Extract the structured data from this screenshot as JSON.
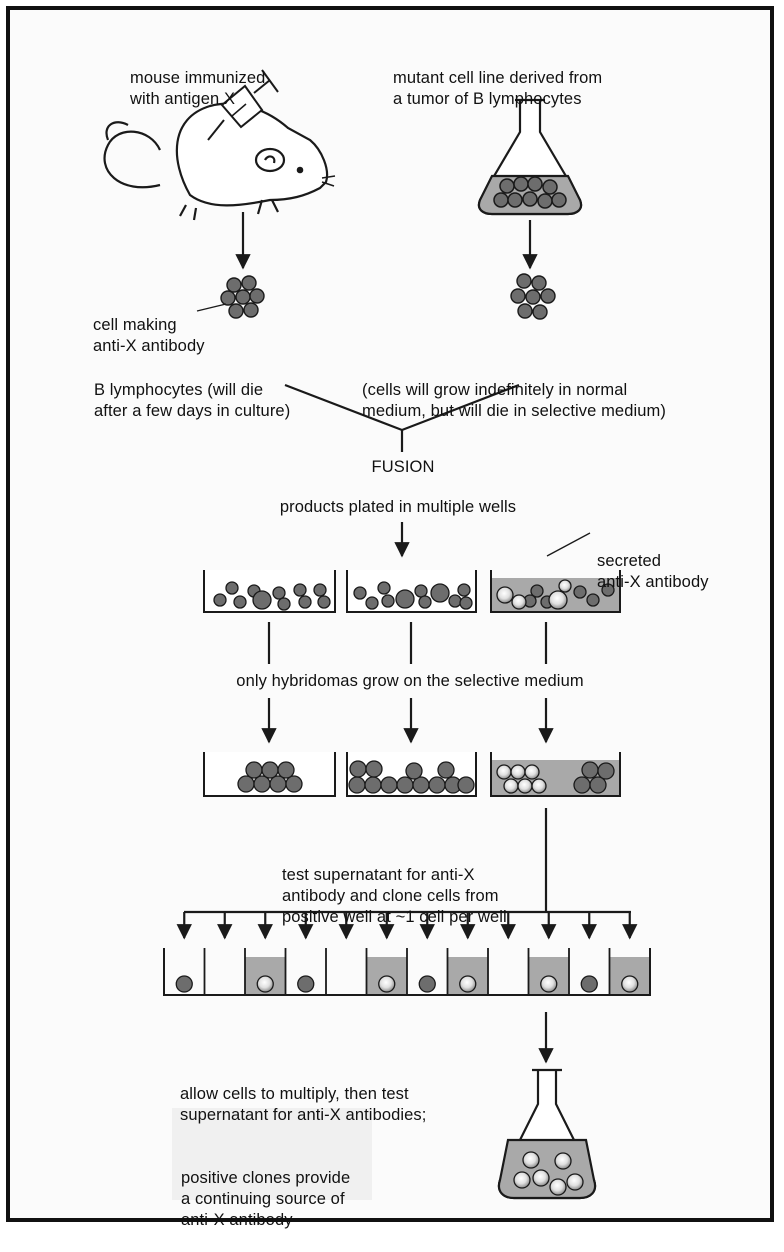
{
  "labels": {
    "mouse": [
      "mouse immunized",
      "with antigen X"
    ],
    "tumor": [
      "mutant cell line derived from",
      "a tumor of B lymphocytes"
    ],
    "cell_making": [
      "cell making",
      "anti-X antibody"
    ],
    "b_lymph": [
      "B lymphocytes (will die",
      "after a few days in culture)"
    ],
    "cells_grow": [
      "(cells will grow indefinitely in normal",
      "medium, but will die in selective medium)"
    ],
    "fusion": "FUSION",
    "plated": "products plated in multiple wells",
    "secreted": [
      "secreted",
      "anti-X antibody"
    ],
    "hybridomas": "only hybridomas grow on the selective medium",
    "test": [
      "test supernatant for anti-X",
      "antibody and clone cells from",
      "positive well at ~1 cell per well"
    ],
    "allow": [
      "allow cells to multiply, then test",
      "supernatant for anti-X antibodies;"
    ],
    "positive": [
      "positive clones provide",
      "a continuing source of",
      "anti-X antibody"
    ]
  },
  "colors": {
    "line": "#1a1a1a",
    "cell_fill": "#6d6d6d",
    "medium_fill": "#a9a9a9",
    "hybridoma_ring": "#e8e8e8",
    "panel_bg": "#fbfbfb"
  },
  "clone_wells": {
    "count": 12,
    "shaded": [
      false,
      false,
      true,
      false,
      false,
      true,
      false,
      true,
      false,
      true,
      false,
      true
    ],
    "cell": [
      "plain",
      "none",
      "hybridoma",
      "plain",
      "none",
      "hybridoma",
      "plain",
      "hybridoma",
      "none",
      "hybridoma",
      "plain",
      "hybridoma"
    ]
  },
  "icons": [
    "mouse-icon",
    "syringe-icon",
    "flask-icon"
  ]
}
